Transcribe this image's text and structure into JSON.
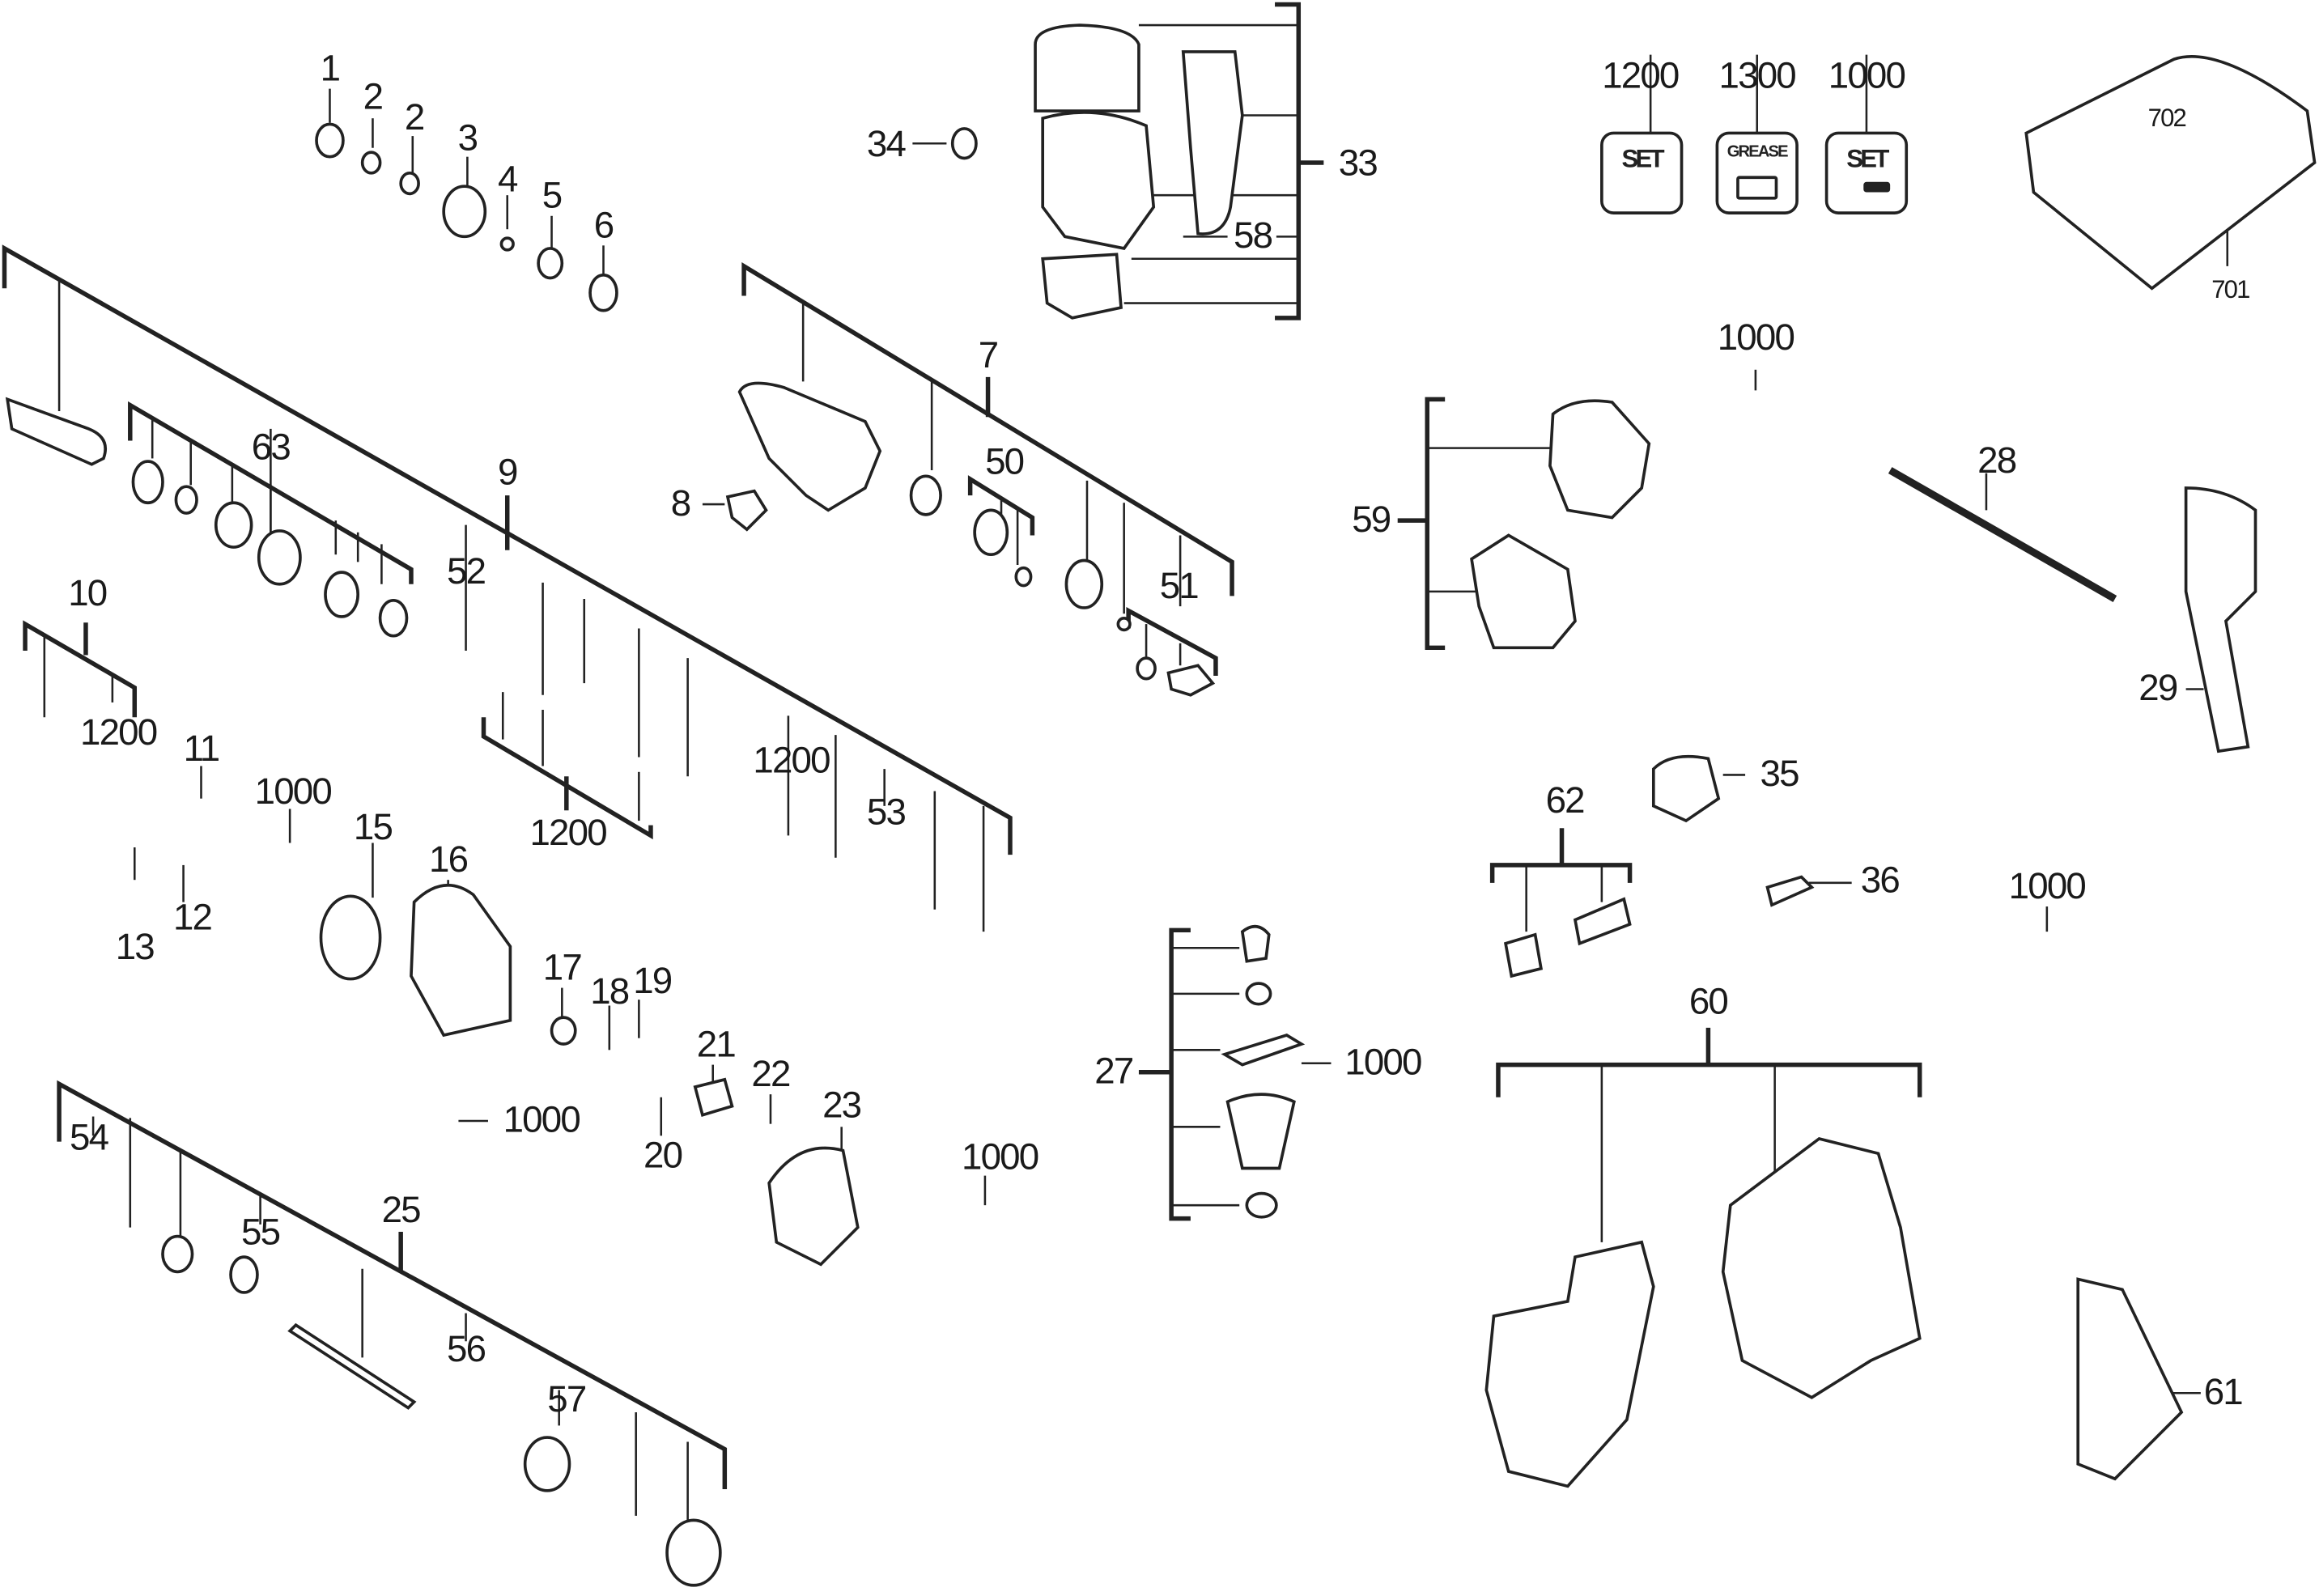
{
  "diagram": {
    "type": "exploded-parts-diagram",
    "labels": {
      "p1": "1",
      "p2a": "2",
      "p2b": "2",
      "p3": "3",
      "p4": "4",
      "p5": "5",
      "p6": "6",
      "p7": "7",
      "p8": "8",
      "p9": "9",
      "p10": "10",
      "p10_1200": "1200",
      "p11": "11",
      "p12": "12",
      "p13": "13",
      "p15": "15",
      "p16": "16",
      "p17": "17",
      "p18": "18",
      "p19": "19",
      "p20": "20",
      "p21": "21",
      "p22": "22",
      "p23": "23",
      "p25": "25",
      "p27": "27",
      "p27_1000": "1000",
      "p28": "28",
      "p29": "29",
      "p33": "33",
      "p34": "34",
      "p35": "35",
      "p36": "36",
      "p50": "50",
      "p51": "51",
      "p52": "52",
      "p53": "53",
      "p54": "54",
      "p55": "55",
      "p56": "56",
      "p57": "57",
      "p58": "58",
      "p59": "59",
      "p59_1000": "1000",
      "p60": "60",
      "p61": "61",
      "p62": "62",
      "p63": "63",
      "p9_1200a": "1200",
      "p9_1200b": "1200",
      "p11_1000": "1000",
      "p16_1000": "1000",
      "p23_1000": "1000",
      "right_1000": "1000",
      "p701": "701",
      "p702": "702"
    },
    "kits": [
      {
        "number": "1200",
        "text": "SET",
        "icon": "set-kit-icon"
      },
      {
        "number": "1300",
        "text": "GREASE",
        "icon": "grease-tube-icon"
      },
      {
        "number": "1000",
        "text": "SET",
        "icon": "screw-set-icon"
      }
    ]
  }
}
